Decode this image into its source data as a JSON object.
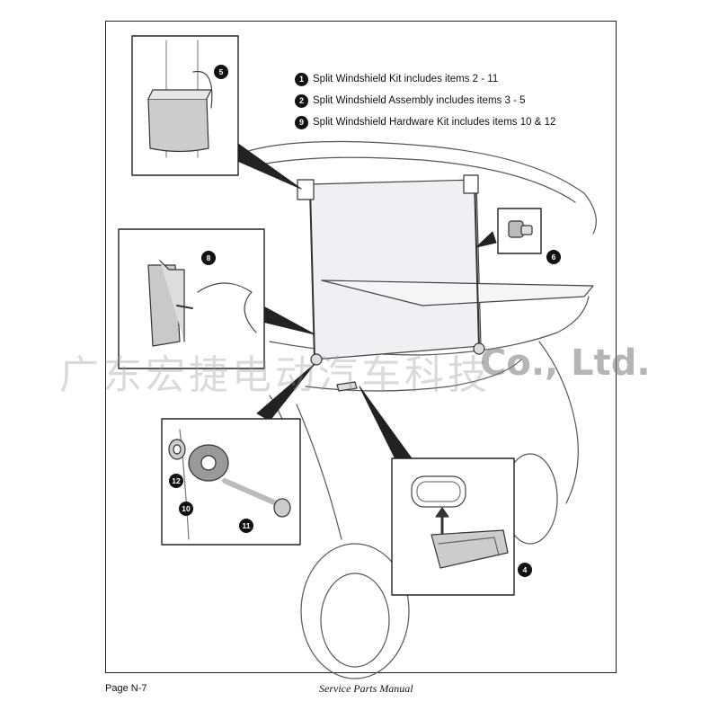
{
  "legend": [
    {
      "num": "1",
      "text": "Split Windshield Kit includes items 2 - 11"
    },
    {
      "num": "2",
      "text": "Split Windshield Assembly includes items 3 - 5"
    },
    {
      "num": "9",
      "text": "Split Windshield Hardware Kit includes items 10 & 12"
    }
  ],
  "callouts": {
    "c5": "5",
    "c8": "8",
    "c6": "6",
    "c12": "12",
    "c10": "10",
    "c11": "11",
    "c4": "4"
  },
  "footer": {
    "page": "Page  N-7",
    "manual": "Service Parts Manual"
  },
  "watermark": {
    "cn": "广东宏捷电动汽车科技",
    "en": "Co., Ltd."
  }
}
